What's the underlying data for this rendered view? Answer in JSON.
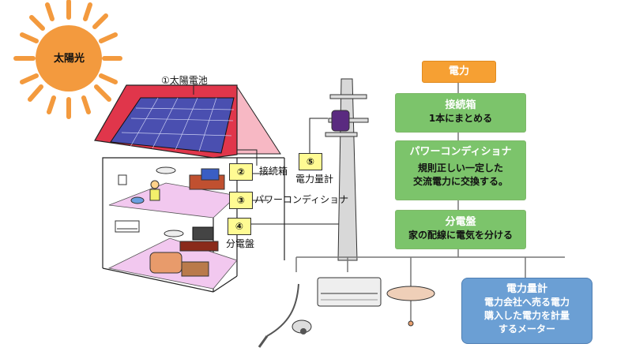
{
  "sun": {
    "label": "太陽光"
  },
  "house": {
    "panel_label": "①太陽電池",
    "badge2": "②",
    "badge3": "③",
    "badge4": "④",
    "badge5": "⑤",
    "junction_label": "接続箱",
    "conditioner_label": "パワーコンディショナ",
    "distribution_label": "分電盤",
    "meter_label": "電力量計"
  },
  "flow": {
    "power": "電力",
    "junction": {
      "title": "接続箱",
      "desc": "1本にまとめる"
    },
    "conditioner": {
      "title": "パワーコンディショナ",
      "desc1": "規則正しい一定した",
      "desc2": "交流電力に交換する。"
    },
    "distribution": {
      "title": "分電盤",
      "desc": "家の配線に電気を分ける"
    },
    "meter": {
      "title": "電力量計",
      "desc1": "電力会社へ売る電力",
      "desc2": "購入した電力を計量",
      "desc3": "するメーター"
    }
  },
  "colors": {
    "sun": "#f39a3e",
    "roof": "#e0364b",
    "panel": "#4a4fb0",
    "floor": "#f2c8ef",
    "flow_green": "#7cc46b",
    "flow_orange": "#f6a033",
    "flow_blue": "#6b9fd4"
  },
  "icons": [
    "sun-icon",
    "solar-panel-icon",
    "utility-pole-icon",
    "vacuum-icon",
    "air-conditioner-icon",
    "ceiling-lamp-icon"
  ]
}
